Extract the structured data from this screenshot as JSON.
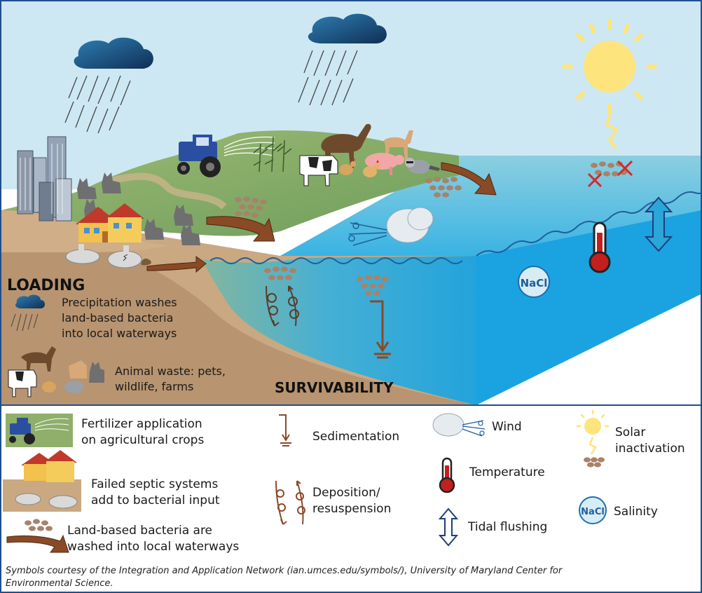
{
  "headings": {
    "loading": "LOADING",
    "survivability": "SURVIVABILITY"
  },
  "loading_items": {
    "precipitation": [
      "Precipitation washes",
      "land-based bacteria",
      "into local waterways"
    ],
    "animal_waste": [
      "Animal waste: pets,",
      "wildlife, farms"
    ]
  },
  "legend": {
    "fertilizer": [
      "Fertilizer application",
      "on agricultural crops"
    ],
    "septic": [
      "Failed septic systems",
      "add to bacterial input"
    ],
    "washed": [
      "Land-based bacteria are",
      "washed into local waterways"
    ],
    "sedimentation": "Sedimentation",
    "deposition": [
      "Deposition/",
      "resuspension"
    ],
    "wind": "Wind",
    "temperature": "Temperature",
    "tidal": "Tidal flushing",
    "solar": [
      "Solar",
      "inactivation"
    ],
    "salinity": "Salinity",
    "nacl": "NaCl"
  },
  "credit": [
    "Symbols courtesy of the Integration and Application Network (ian.umces.edu/symbols/), University of Maryland Center for",
    "Environmental Science."
  ],
  "colors": {
    "sky": "#cde8f3",
    "land": "#c9a882",
    "grass": "#8faf6a",
    "water": "#2aa6d8",
    "arrow": "#8a4a26",
    "bacteria": "#a8826a",
    "border": "#1f4f8c"
  }
}
